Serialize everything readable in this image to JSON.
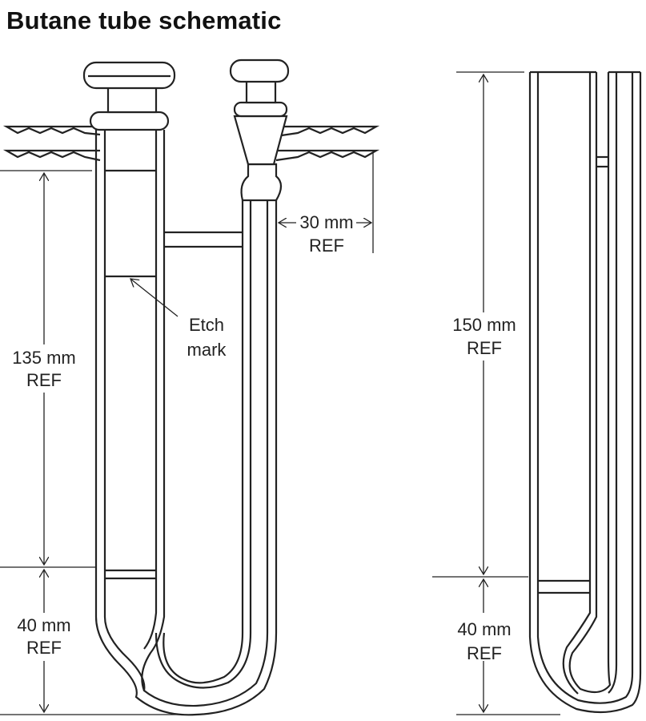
{
  "title": "Butane tube schematic",
  "left_view": {
    "dim_upper": {
      "value": "135 mm",
      "ref": "REF"
    },
    "dim_lower": {
      "value": "40 mm",
      "ref": "REF"
    },
    "dim_width": {
      "value": "30 mm",
      "ref": "REF"
    },
    "etch_label": {
      "line1": "Etch",
      "line2": "mark"
    }
  },
  "right_view": {
    "dim_upper": {
      "value": "150 mm",
      "ref": "REF"
    },
    "dim_lower": {
      "value": "40 mm",
      "ref": "REF"
    }
  }
}
